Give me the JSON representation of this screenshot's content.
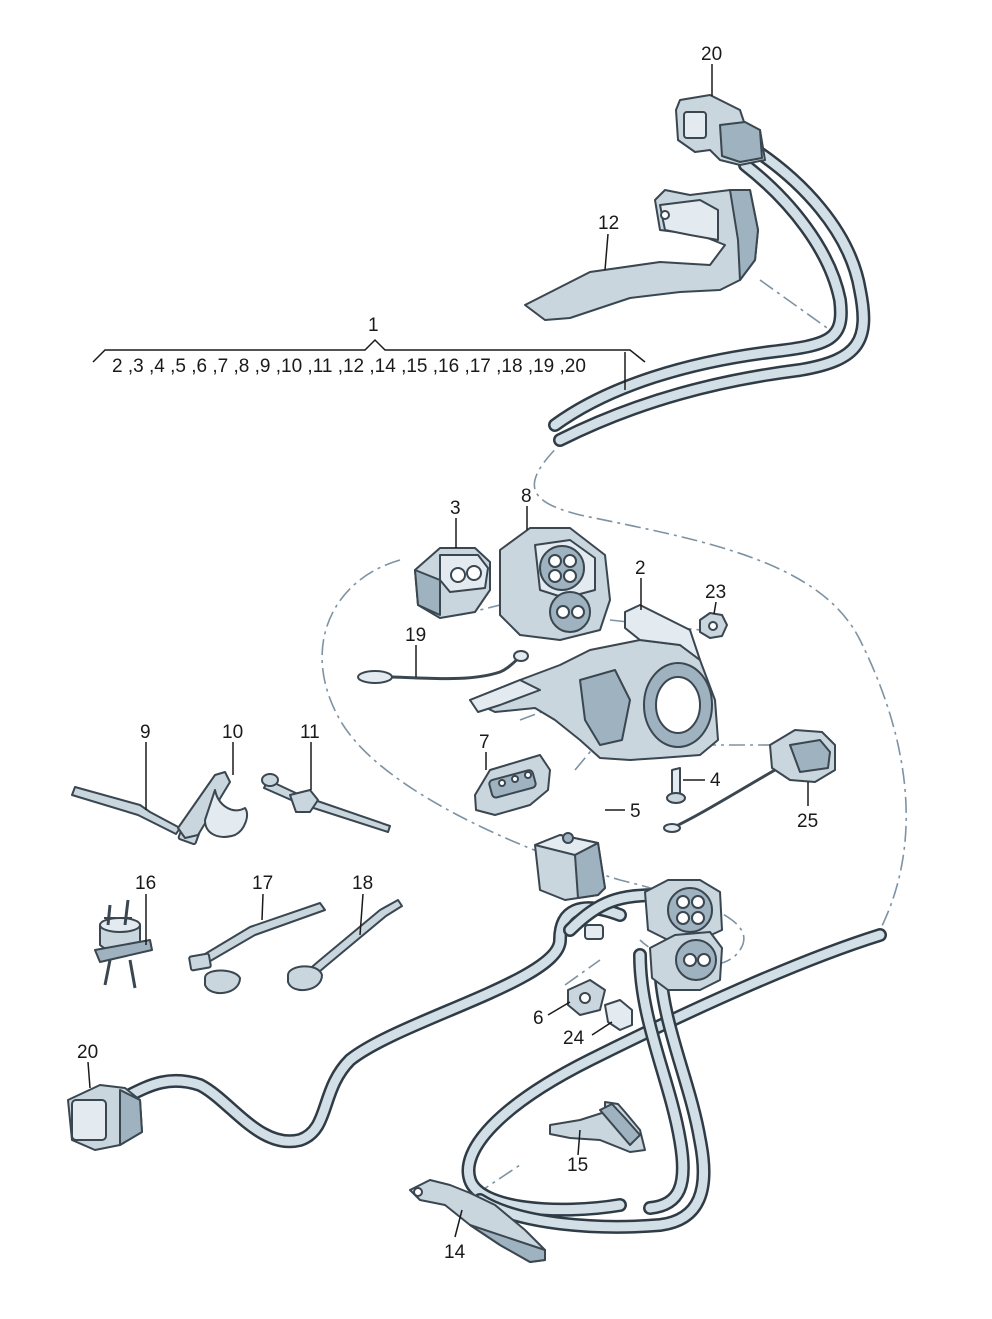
{
  "diagram": {
    "group_label": "1",
    "group_members": "2 ,3 ,4 ,5 ,6 ,7 ,8 ,9 ,10 ,11 ,12 ,14 ,15 ,16 ,17 ,18 ,19 ,20",
    "callouts": {
      "c20_top": "20",
      "c12": "12",
      "c3": "3",
      "c8": "8",
      "c2": "2",
      "c23": "23",
      "c19": "19",
      "c7": "7",
      "c4": "4",
      "c5": "5",
      "c25": "25",
      "c9": "9",
      "c10": "10",
      "c11": "11",
      "c16": "16",
      "c17": "17",
      "c18": "18",
      "c6": "6",
      "c24": "24",
      "c20_bottom": "20",
      "c15": "15",
      "c14": "14"
    }
  }
}
